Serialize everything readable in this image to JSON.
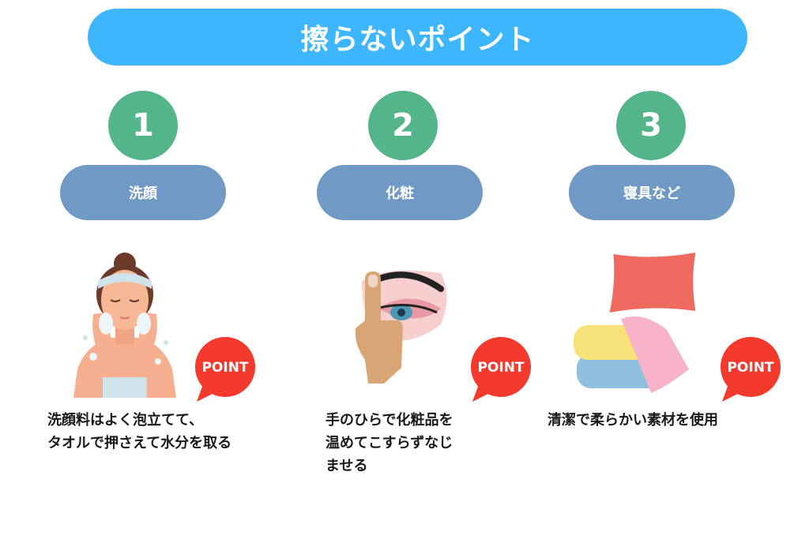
{
  "title": "擦らないポイント",
  "colors": {
    "title_bg": "#3db6ff",
    "number_bg": "#55b58a",
    "category_bg": "#7199c5",
    "point_bubble": "#f33a2c",
    "text": "#1a1a1a"
  },
  "point_label": "POINT",
  "items": [
    {
      "number": "1",
      "category": "洗顔",
      "illustration": "woman-washing-face-illustration",
      "description_lines": [
        "洗顔料はよく泡立てて、",
        "タオルで押さえて水分を取る"
      ]
    },
    {
      "number": "2",
      "category": "化粧",
      "illustration": "finger-touching-eye-illustration",
      "description_lines": [
        "手のひらで化粧品を",
        "温めてこすらずなじ",
        "ませる"
      ]
    },
    {
      "number": "3",
      "category": "寝具など",
      "illustration": "pillow-and-towels-illustration",
      "description_lines": [
        "清潔で柔らかい素材を使用"
      ]
    }
  ]
}
